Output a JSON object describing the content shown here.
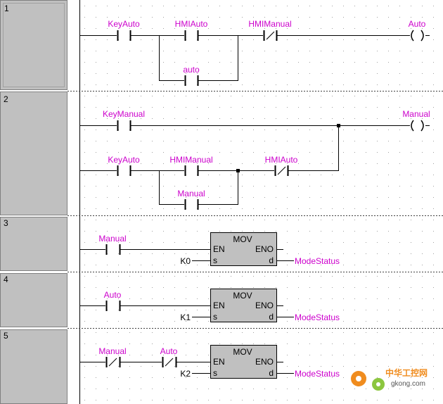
{
  "rungs": [
    {
      "number": "1"
    },
    {
      "number": "2"
    },
    {
      "number": "3"
    },
    {
      "number": "4"
    },
    {
      "number": "5"
    }
  ],
  "labels": {
    "r1_keyauto": "KeyAuto",
    "r1_hmiauto": "HMIAuto",
    "r1_hmimanual": "HMIManual",
    "r1_auto_coil": "Auto",
    "r1_auto_branch": "auto",
    "r2_keymanual": "KeyManual",
    "r2_manual_coil": "Manual",
    "r2_keyauto": "KeyAuto",
    "r2_hmimanual": "HMIManual",
    "r2_hmiauto": "HMIAuto",
    "r2_manual_branch": "Manual",
    "r3_manual": "Manual",
    "r4_auto": "Auto",
    "r5_manual": "Manual",
    "r5_auto": "Auto"
  },
  "blocks": [
    {
      "name": "MOV",
      "en": "EN",
      "eno": "ENO",
      "s": "s",
      "d": "d",
      "src": "K0",
      "dst": "ModeStatus"
    },
    {
      "name": "MOV",
      "en": "EN",
      "eno": "ENO",
      "s": "s",
      "d": "d",
      "src": "K1",
      "dst": "ModeStatus"
    },
    {
      "name": "MOV",
      "en": "EN",
      "eno": "ENO",
      "s": "s",
      "d": "d",
      "src": "K2",
      "dst": "ModeStatus"
    }
  ],
  "watermark": {
    "title": "中华工控网",
    "url": "gkong.com"
  },
  "colors": {
    "label": "#cc00cc",
    "rung_header": "#c0c0c0",
    "watermark": "#f08c1e"
  }
}
